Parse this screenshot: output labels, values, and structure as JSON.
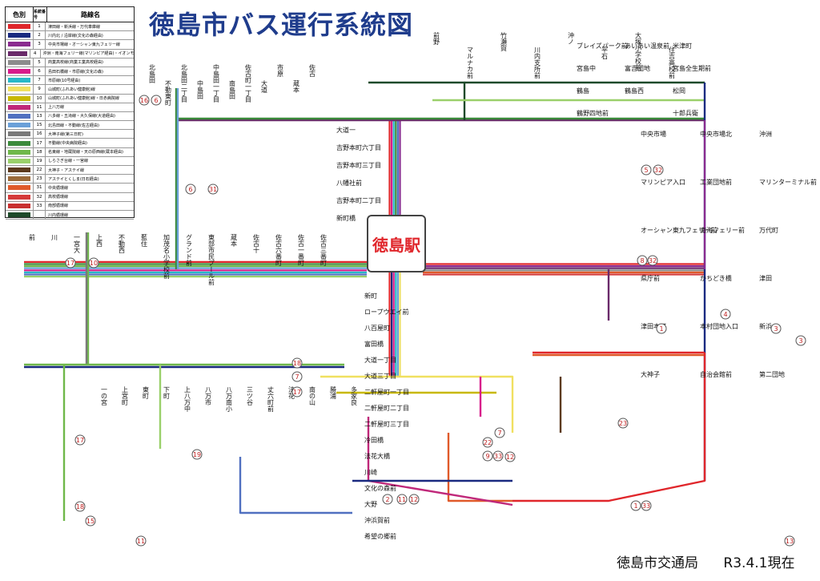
{
  "title": "徳島市バス運行系統図",
  "footer": {
    "operator": "徳島市交通局",
    "date": "R3.4.1現在"
  },
  "station": "徳島駅",
  "legend": {
    "headers": [
      "色別",
      "系統番号",
      "路線名"
    ],
    "rows": [
      {
        "color": "#e0262b",
        "no": "1",
        "name": "津田線・新浜線・万代車庫線"
      },
      {
        "color": "#1a2a80",
        "no": "2",
        "name": "川内北 / 沿岸線(文化の森経由)"
      },
      {
        "color": "#8a2b8f",
        "no": "3",
        "name": "中央市場線・オーシャン東九フェリー線"
      },
      {
        "color": "#6a2a6a",
        "no": "4",
        "name": "沖洲・南海フェリー線(マリンピア経由)・イオンモール線前"
      },
      {
        "color": "#8c8c8c",
        "no": "5",
        "name": "商業高校線(商業工業高校経由)"
      },
      {
        "color": "#d81b8b",
        "no": "6",
        "name": "島田石橋線・市原線(文化の森)"
      },
      {
        "color": "#28b8c8",
        "no": "7",
        "name": "市原線(10号経由)"
      },
      {
        "color": "#f0e060",
        "no": "9",
        "name": "山城町(ふれあい健康館)線"
      },
      {
        "color": "#c8b800",
        "no": "10",
        "name": "山城町(ふれあい健康館)線・日赤病院線"
      },
      {
        "color": "#c0287a",
        "no": "11",
        "name": "上八万線"
      },
      {
        "color": "#5070c0",
        "no": "13",
        "name": "八多線・五滝線・大久保線(大道経由)"
      },
      {
        "color": "#6aa0d8",
        "no": "15",
        "name": "北島田線・不動線(佐古経由)"
      },
      {
        "color": "#7a7a7a",
        "no": "16",
        "name": "大神子線(第三日町)"
      },
      {
        "color": "#3b8a3b",
        "no": "17",
        "name": "不動線(中央病院経由)"
      },
      {
        "color": "#6fb84a",
        "no": "18",
        "name": "名東線・地蔵院線・天の原西線(蔵本経由)"
      },
      {
        "color": "#9ad06a",
        "no": "19",
        "name": "しらさぎ台線・一宮線"
      },
      {
        "color": "#5c3a1e",
        "no": "22",
        "name": "大神子・アステイ線"
      },
      {
        "color": "#9a6a3a",
        "no": "23",
        "name": "アステイとくしま(日石経由)"
      },
      {
        "color": "#e05a2a",
        "no": "31",
        "name": "中央循環線"
      },
      {
        "color": "#d43a3a",
        "no": "32",
        "name": "高校循環線"
      },
      {
        "color": "#c83030",
        "no": "33",
        "name": "南部循環線"
      },
      {
        "color": "#1e4a2a",
        "no": "",
        "name": "川内循環線"
      }
    ]
  },
  "stops": {
    "west_top": [
      "前",
      "川",
      "一宮大",
      "上西",
      "不動西",
      "藍住",
      "加茂名小学校前",
      "グランド前",
      "東部市民プール前",
      "蔵本",
      "佐古十",
      "佐古六番町",
      "佐古一番町",
      "佐古三番町"
    ],
    "north_top": [
      "北島田",
      "不動東町",
      "北島田二丁目",
      "中島田",
      "中島田一丁目",
      "南島田",
      "佐古町一丁目",
      "大道",
      "市原",
      "蔵本",
      "佐古"
    ],
    "north_mid": [
      "大道一",
      "吉野本町六丁目",
      "吉野本町三丁目",
      "八幡社前",
      "吉野本町二丁目",
      "新町橋"
    ],
    "north_right": [
      "前野",
      "マルナカ前",
      "竹瀬賀",
      "川内支所前",
      "沖ノ",
      "平石",
      "大塚小学校前",
      "住吉高校前",
      "米津町",
      "ブレイズパーク前",
      "あいあい温泉前",
      "宮島全生期前",
      "宮島中",
      "富吉団地",
      "松岡",
      "鶴島",
      "鶴島西",
      "十郎兵衛",
      "鶴野四地前"
    ],
    "center_south": [
      "新町",
      "ロープウエイ前",
      "八百屋町",
      "富田橋",
      "大道一丁目",
      "大道三丁目",
      "二軒屋町一丁目",
      "二軒屋町二丁目",
      "二軒屋町三丁目",
      "冷田橋",
      "法花大橋",
      "川崎",
      "文化の森前",
      "大野",
      "沖浜賀前",
      "希望の郷前"
    ],
    "south_left": [
      "一の宮",
      "上宮町",
      "東町",
      "下町",
      "上八万中",
      "八万市",
      "八万南小",
      "三ツ谷",
      "丈六町前",
      "法花",
      "南の山",
      "勝浦",
      "多家良"
    ],
    "east": [
      "中央市場",
      "中央市場北",
      "沖洲",
      "マリンピア入口",
      "工業団地前",
      "マリンターミナル前",
      "オーシャン東九フェリー前",
      "南海フェリー前",
      "万代町",
      "県庁前",
      "かちどき橋",
      "津田",
      "津田本町",
      "本村団地入口",
      "新浜",
      "大神子",
      "自治会館前",
      "第二団地"
    ]
  },
  "route_badges": [
    "17",
    "10",
    "6",
    "31",
    "5",
    "32",
    "4",
    "8",
    "32",
    "1",
    "3",
    "3",
    "22",
    "9",
    "33",
    "12",
    "7",
    "23",
    "2",
    "11",
    "12",
    "1",
    "33",
    "11",
    "19",
    "17",
    "13",
    "17",
    "18",
    "15",
    "16",
    "6",
    "7",
    "18"
  ]
}
